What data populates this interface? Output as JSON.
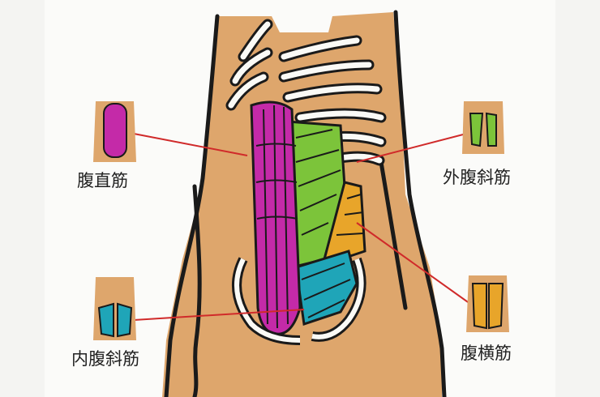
{
  "title": "腹部の筋肉",
  "labels": {
    "rectus": "腹直筋",
    "external_oblique": "外腹斜筋",
    "internal_oblique": "内腹斜筋",
    "transversus": "腹横筋"
  },
  "colors": {
    "skin": "#dea66c",
    "rectus": "#c42aa8",
    "external_oblique": "#7cc43a",
    "internal_oblique": "#1fa5b8",
    "transversus": "#e8a52a",
    "leader_line": "#d02a2a"
  }
}
